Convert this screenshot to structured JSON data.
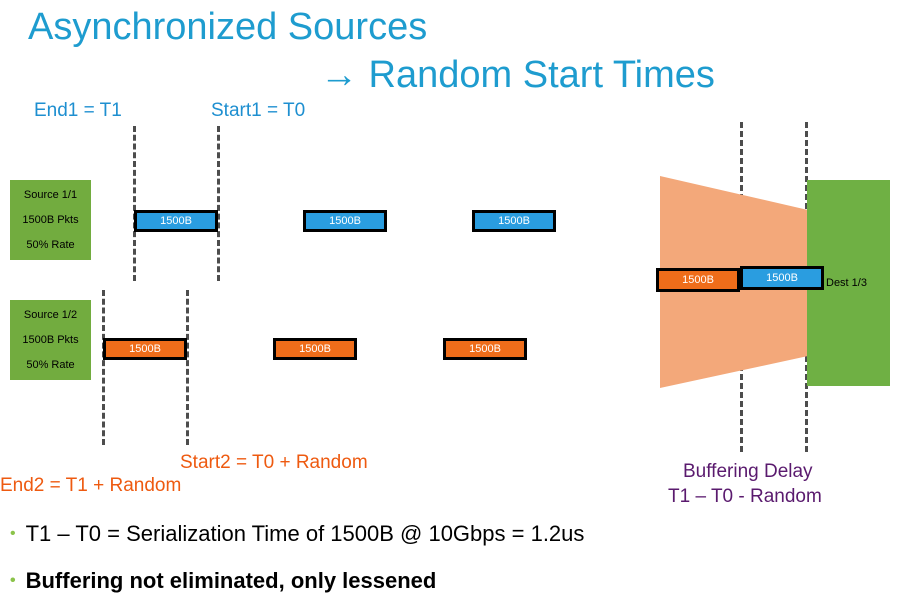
{
  "title": {
    "line1": "Asynchronized Sources",
    "line2": "→ Random Start Times"
  },
  "labels": {
    "end1": "End1 = T1",
    "start1": "Start1 = T0",
    "start2": "Start2 = T0 + Random",
    "end2": "End2 = T1 + Random",
    "buffering_title": "Buffering Delay",
    "buffering_formula": "T1 – T0 - Random"
  },
  "source1": {
    "name": "Source 1/1",
    "pkts": "1500B Pkts",
    "rate": "50% Rate",
    "packets": [
      "1500B",
      "1500B",
      "1500B"
    ]
  },
  "source2": {
    "name": "Source 1/2",
    "pkts": "1500B Pkts",
    "rate": "50% Rate",
    "packets": [
      "1500B",
      "1500B",
      "1500B"
    ]
  },
  "dest": {
    "label": "Dest 1/3",
    "packets": [
      "1500B",
      "1500B"
    ]
  },
  "bullets": [
    "T1 – T0 = Serialization Time of 1500B @ 10Gbps = 1.2us",
    "Buffering not eliminated, only lessened"
  ],
  "colors": {
    "title": "#1e9ccf",
    "blue_packet": "#2a9de0",
    "orange_packet": "#ef6d1a",
    "source_green": "#72ac3f",
    "funnel": "#f3a87a",
    "purple": "#5a1a6e"
  }
}
